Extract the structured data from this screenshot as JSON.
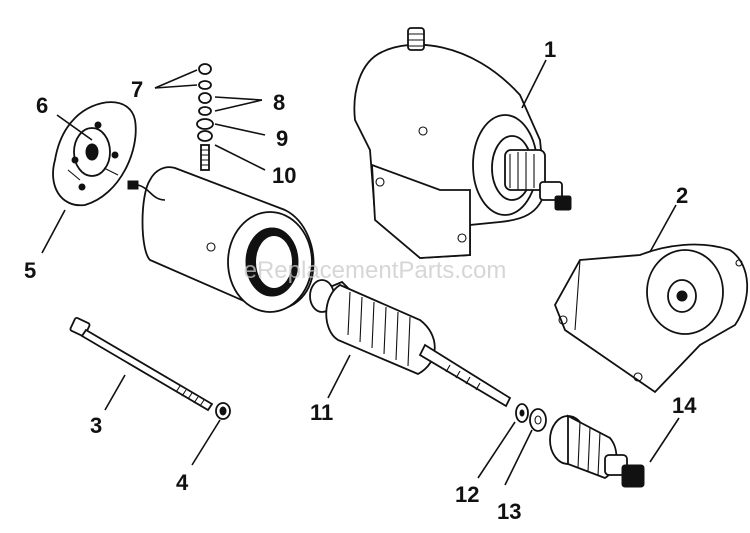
{
  "watermark": "eReplacementParts.com",
  "callouts": [
    "1",
    "2",
    "3",
    "4",
    "5",
    "6",
    "7",
    "8",
    "9",
    "10",
    "11",
    "12",
    "13",
    "14"
  ],
  "parts": [
    {
      "id": "1",
      "icon": "starter-motor-assembly-icon"
    },
    {
      "id": "2",
      "icon": "drive-end-cap-icon"
    },
    {
      "id": "3",
      "icon": "through-bolt-icon"
    },
    {
      "id": "4",
      "icon": "nut-icon"
    },
    {
      "id": "5",
      "icon": "commutator-end-cap-icon"
    },
    {
      "id": "6",
      "icon": "brush-holder-icon"
    },
    {
      "id": "7",
      "icon": "nut-icon"
    },
    {
      "id": "8",
      "icon": "washer-icon"
    },
    {
      "id": "9",
      "icon": "washer-icon"
    },
    {
      "id": "10",
      "icon": "terminal-stud-icon"
    },
    {
      "id": "11",
      "icon": "armature-icon"
    },
    {
      "id": "12",
      "icon": "washer-icon"
    },
    {
      "id": "13",
      "icon": "washer-icon"
    },
    {
      "id": "14",
      "icon": "pinion-drive-gear-icon"
    }
  ]
}
